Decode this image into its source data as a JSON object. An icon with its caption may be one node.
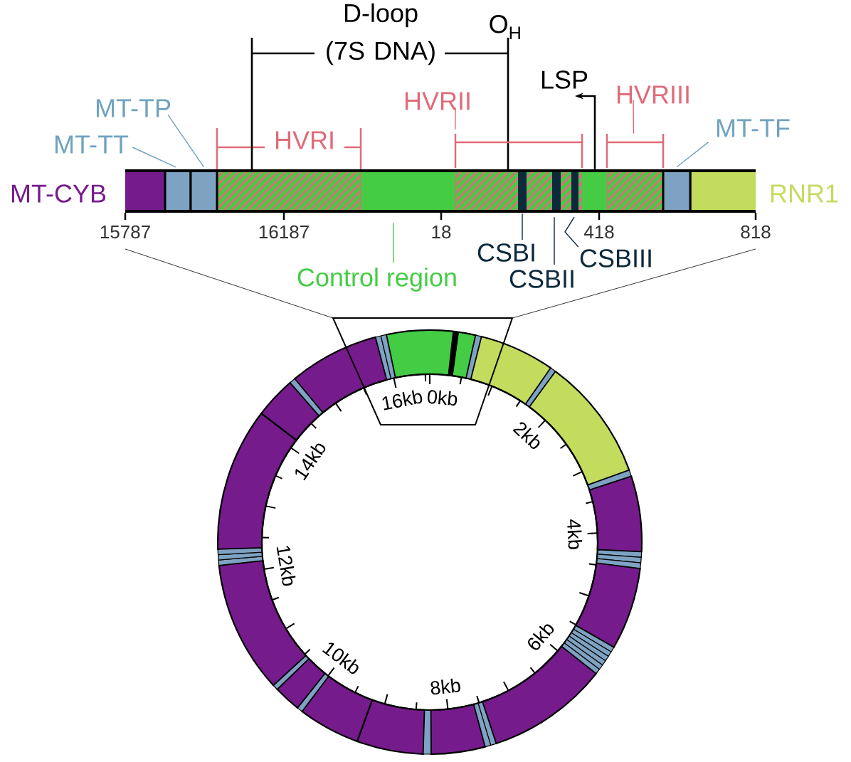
{
  "diagram": {
    "nodes": [
      {
        "text": [
          "MT-TT"
        ]
      },
      {
        "text": [
          "MT-TP"
        ]
      },
      {
        "text": [
          "MT-TF"
        ]
      },
      {
        "text": [
          "Control region"
        ]
      },
      {
        "text": [
          "CSBI"
        ]
      },
      {
        "text": [
          "CSBII"
        ]
      },
      {
        "text": [
          "CSBIII"
        ]
      },
      {
        "text": [
          "HVRII"
        ]
      },
      {
        "text": [
          "HVRIII"
        ]
      },
      {
        "text": [
          "LSP"
        ]
      },
      {
        "text": [],
        "shape": "box"
      },
      {
        "text": [],
        "shape": "box"
      },
      {
        "text": [],
        "shape": "box"
      },
      {
        "text": [],
        "shape": "box"
      },
      {
        "text": [],
        "shape": "box"
      },
      {
        "text": [],
        "shape": "box"
      },
      {
        "text": [],
        "shape": "box"
      },
      {
        "text": [],
        "shape": "box"
      },
      {
        "text": [],
        "shape": "bracket"
      },
      {
        "text": [],
        "shape": "bracket"
      }
    ],
    "edges": [
      {
        "from": 0,
        "to": 10,
        "arrow": "none",
        "color": "#6fa3bf"
      },
      {
        "from": 1,
        "to": 11,
        "arrow": "none",
        "color": "#6fa3bf"
      },
      {
        "from": 2,
        "to": 17,
        "arrow": "none",
        "color": "#6fa3bf"
      },
      {
        "from": 3,
        "to": 12,
        "arrow": "none",
        "color": "#44cc44"
      },
      {
        "from": 4,
        "to": 13,
        "arrow": "none",
        "color": "#0d2a3d"
      },
      {
        "from": 5,
        "to": 14,
        "arrow": "none",
        "color": "#0d2a3d"
      },
      {
        "from": 6,
        "to": 15,
        "arrow": "none",
        "color": "#0d2a3d"
      },
      {
        "from": 7,
        "to": 18,
        "arrow": "none",
        "color": "#e06b78"
      },
      {
        "from": 8,
        "to": 19,
        "arrow": "none",
        "color": "#e06b78"
      },
      {
        "from": 16,
        "to": 9,
        "arrow": "to",
        "color": "#000000"
      }
    ],
    "labels": [
      "D-loop (7S DNA)",
      "O$_{H}$",
      "HVRI",
      "MT-CYB",
      "RNR1",
      "15787",
      "16187",
      "18",
      "418",
      "818",
      "16kb",
      "0kb",
      "2kb",
      "4kb",
      "6kb",
      "8kb",
      "10kb",
      "12kb",
      "14kb"
    ]
  }
}
